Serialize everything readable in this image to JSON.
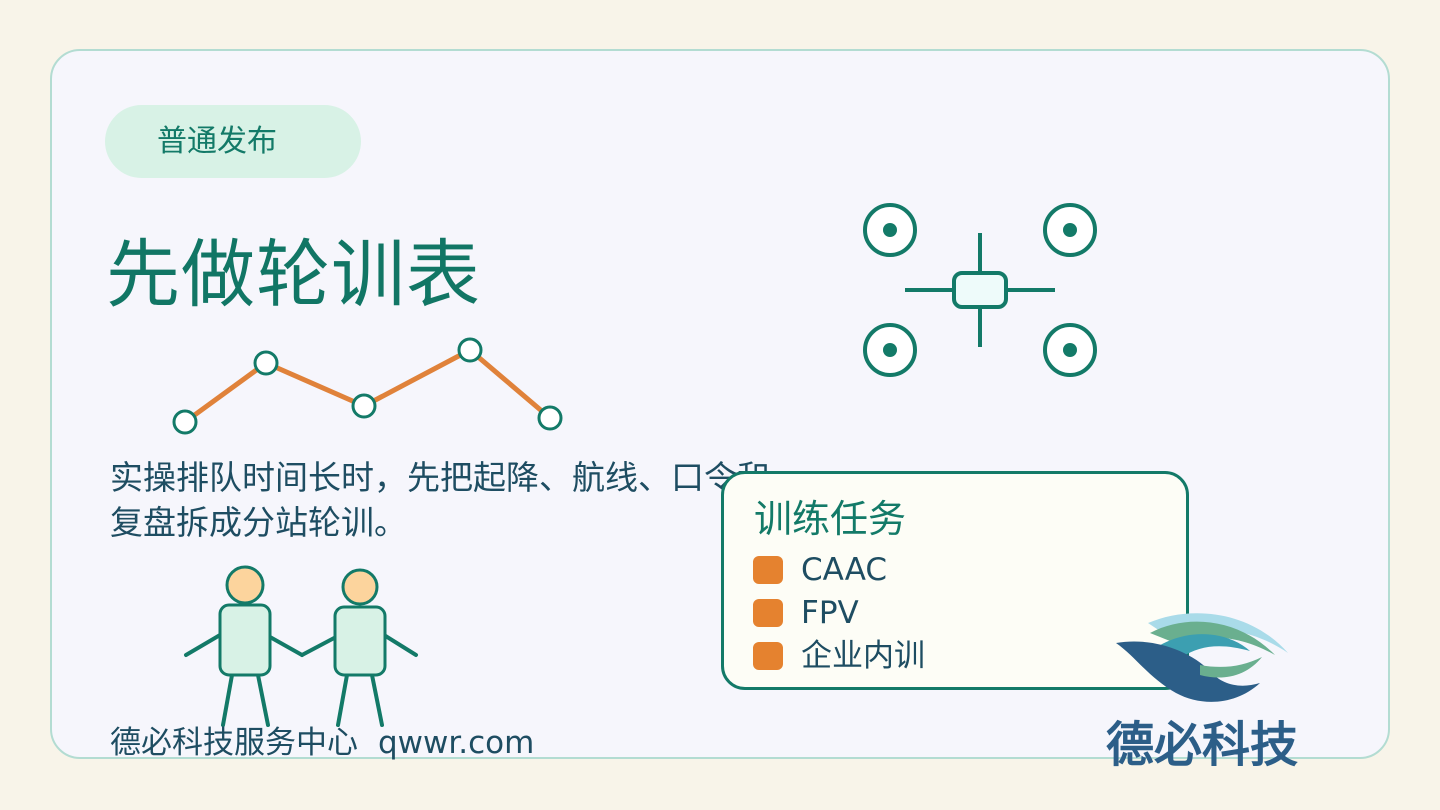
{
  "badge": {
    "label": "普通发布"
  },
  "title": "先做轮训表",
  "description": "实操排队时间长时，先把起降、航线、口令和复盘拆成分站轮训。",
  "footer": {
    "org": "德必科技服务中心",
    "site": "qwwr.com"
  },
  "panel": {
    "title": "训练任务",
    "tags": [
      "CAAC",
      "FPV",
      "企业内训"
    ],
    "tag_color": "#e5822f"
  },
  "logo": {
    "text": "德必科技"
  },
  "colors": {
    "primary": "#137a68",
    "text": "#1e4d62",
    "accent": "#e5822f",
    "card_bg": "#f6f6fc",
    "badge_bg": "#d8f2e6"
  },
  "icons": [
    "line-chart-icon",
    "drone-icon",
    "two-people-icon",
    "logo-leaf-icon"
  ]
}
